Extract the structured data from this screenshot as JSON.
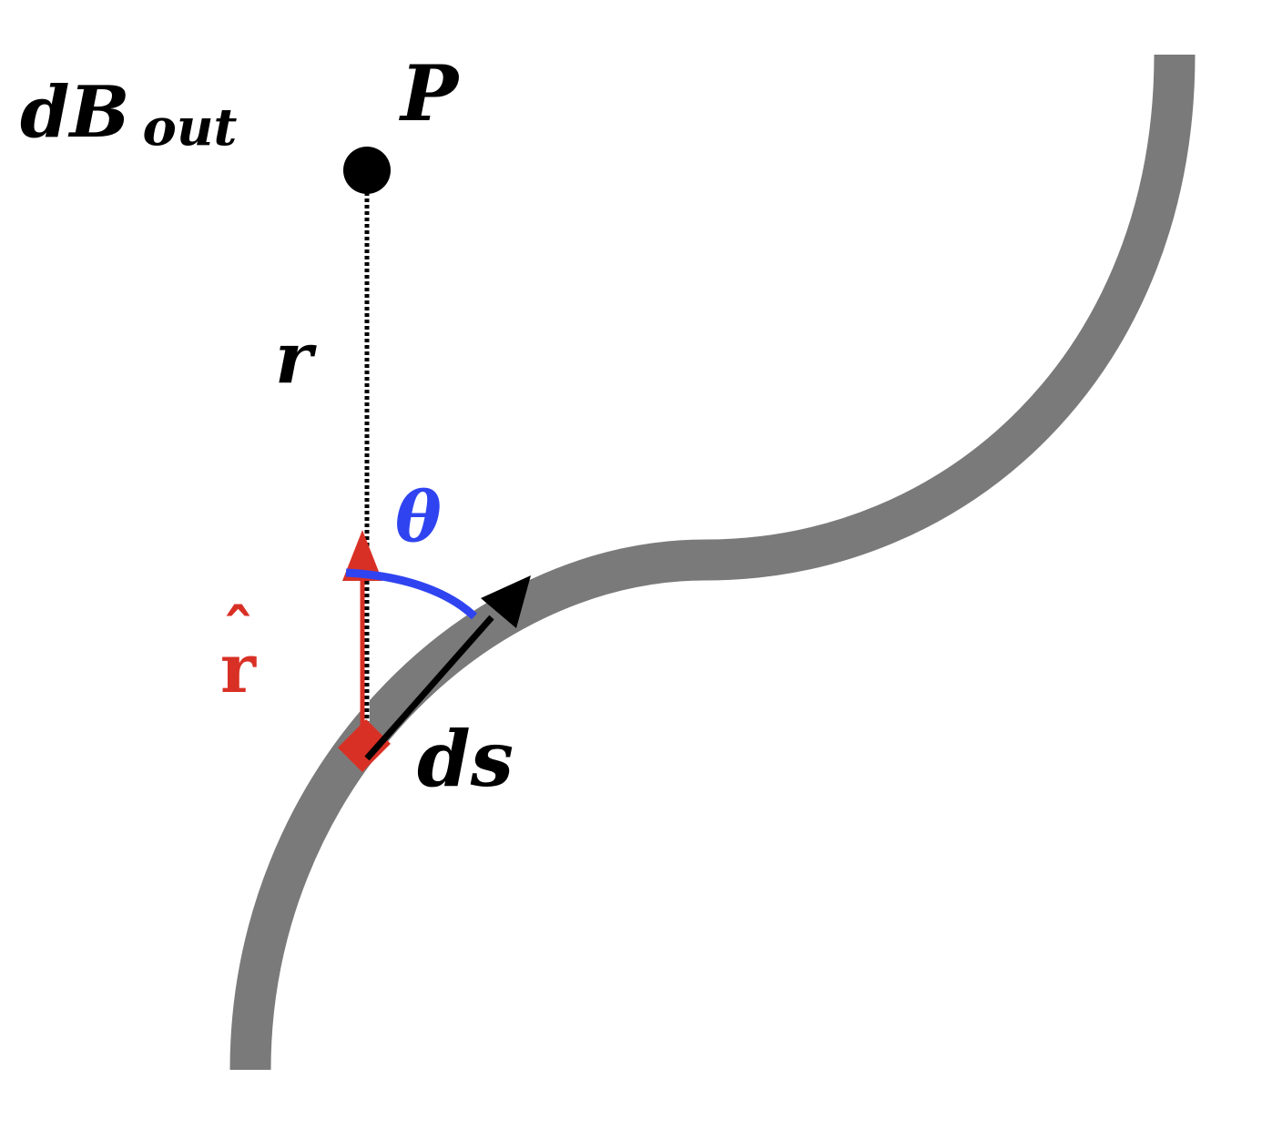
{
  "labels": {
    "field_main": "dB",
    "field_sub": "out",
    "point": "P",
    "distance": "r",
    "angle": "θ",
    "unit_vector": "r",
    "unit_hat": "ˆ",
    "element": "ds"
  },
  "colors": {
    "wire": "#7a7a7a",
    "unit_vector": "#d93025",
    "angle_arc": "#2f44f0",
    "ink": "#000000"
  }
}
